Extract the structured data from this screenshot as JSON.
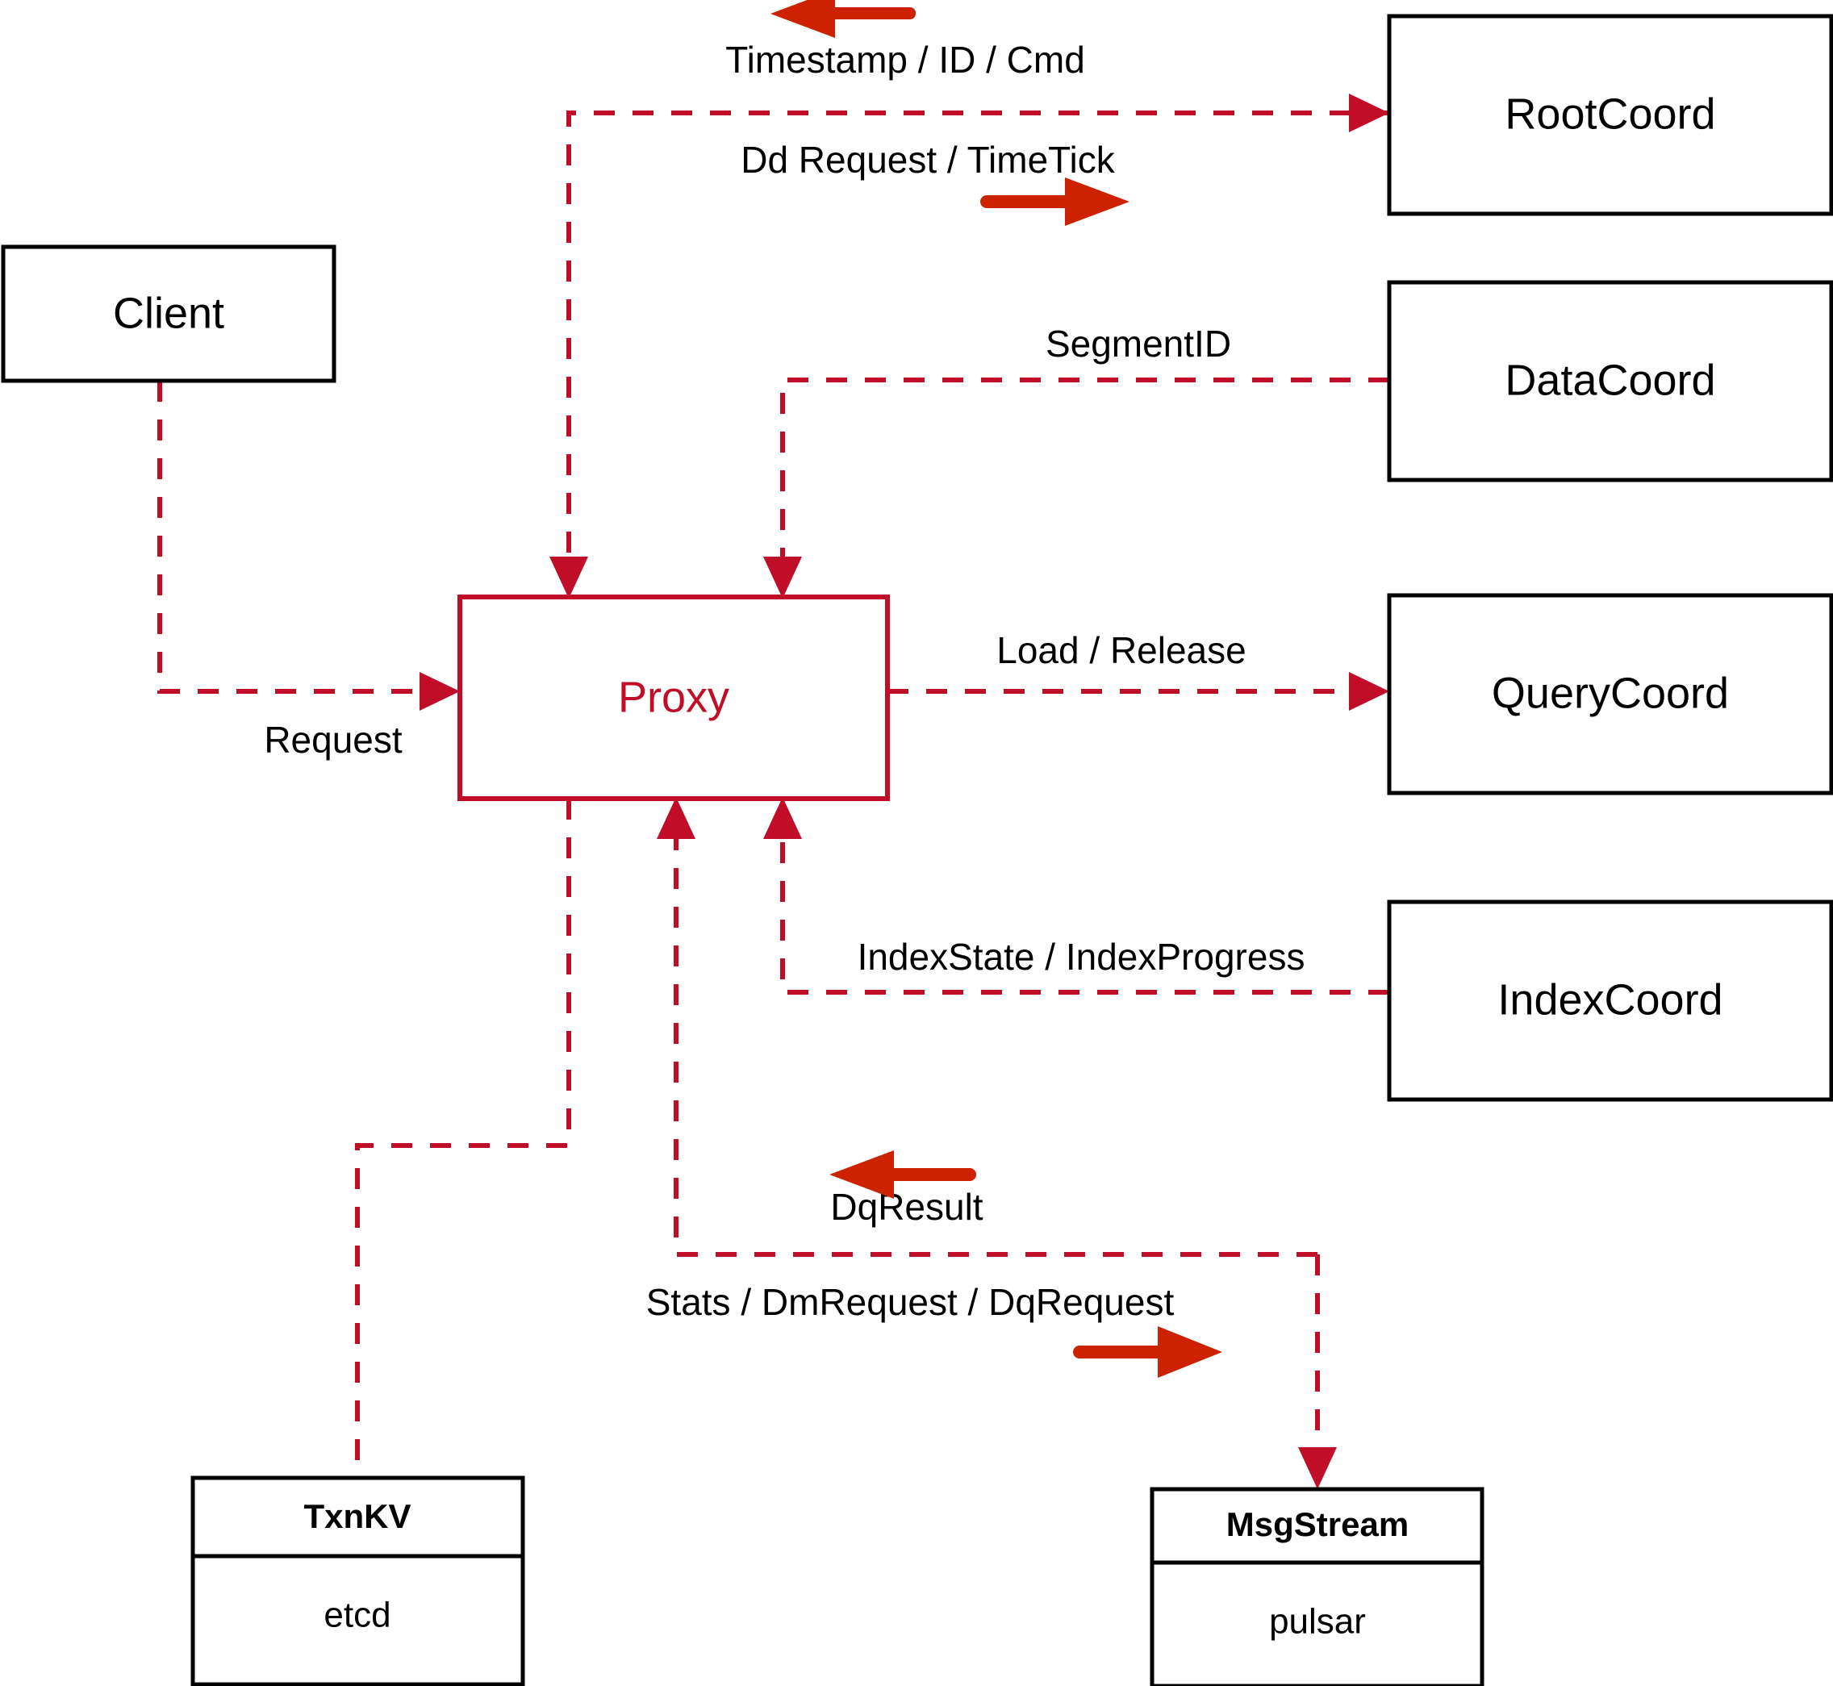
{
  "diagram": {
    "title": "Milvus Proxy interaction diagram",
    "colors": {
      "flow": "#c00d28",
      "proxy_text": "#c00d28",
      "node_border": "#000000",
      "direction_arrow": "#cc2200",
      "background": "#ffffff"
    },
    "nodes": {
      "client": {
        "label": "Client"
      },
      "proxy": {
        "label": "Proxy"
      },
      "rootcoord": {
        "label": "RootCoord"
      },
      "datacoord": {
        "label": "DataCoord"
      },
      "querycoord": {
        "label": "QueryCoord"
      },
      "indexcoord": {
        "label": "IndexCoord"
      },
      "txnkv": {
        "title": "TxnKV",
        "body": "etcd"
      },
      "msgstream": {
        "title": "MsgStream",
        "body": "pulsar"
      }
    },
    "edges": [
      {
        "id": "client-proxy",
        "label": "Request",
        "from": "client",
        "to": "proxy",
        "direction": "right"
      },
      {
        "id": "rootcoord-proxy",
        "label": "Timestamp / ID / Cmd",
        "from": "rootcoord",
        "to": "proxy",
        "direction": "left"
      },
      {
        "id": "proxy-rootcoord",
        "label": "Dd Request / TimeTick",
        "from": "proxy",
        "to": "rootcoord",
        "direction": "right"
      },
      {
        "id": "datacoord-proxy",
        "label": "SegmentID",
        "from": "datacoord",
        "to": "proxy",
        "direction": "left"
      },
      {
        "id": "proxy-querycoord",
        "label": "Load / Release",
        "from": "proxy",
        "to": "querycoord",
        "direction": "right"
      },
      {
        "id": "indexcoord-proxy",
        "label": "IndexState / IndexProgress",
        "from": "indexcoord",
        "to": "proxy",
        "direction": "left"
      },
      {
        "id": "msgstream-proxy",
        "label": "DqResult",
        "from": "msgstream",
        "to": "proxy",
        "direction": "left"
      },
      {
        "id": "proxy-msgstream",
        "label": "Stats / DmRequest / DqRequest",
        "from": "proxy",
        "to": "msgstream",
        "direction": "right"
      },
      {
        "id": "proxy-txnkv",
        "label": "",
        "from": "proxy",
        "to": "txnkv",
        "direction": "down"
      }
    ]
  }
}
